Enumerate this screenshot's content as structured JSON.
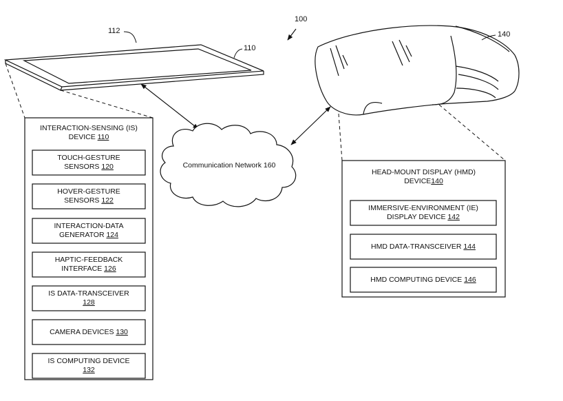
{
  "figure_ref": "100",
  "tablet": {
    "ref": "110",
    "screen_ref": "112"
  },
  "hmd_ref": "140",
  "network": {
    "label": "Communication Network",
    "ref": "160"
  },
  "is_device": {
    "title_line1": "INTERACTION-SENSING (IS)",
    "title_line2": "DEVICE",
    "ref": "110",
    "components": [
      {
        "line1": "TOUCH-GESTURE",
        "line2": "SENSORS",
        "ref": "120"
      },
      {
        "line1": "HOVER-GESTURE",
        "line2": "SENSORS",
        "ref": "122"
      },
      {
        "line1": "INTERACTION-DATA",
        "line2": "GENERATOR",
        "ref": "124"
      },
      {
        "line1": "HAPTIC-FEEDBACK",
        "line2": "INTERFACE",
        "ref": "126"
      },
      {
        "line1": "IS DATA-TRANSCEIVER",
        "line2": "",
        "ref": "128"
      },
      {
        "line1": "CAMERA DEVICES",
        "line2": "",
        "ref": "130"
      },
      {
        "line1": "IS COMPUTING DEVICE",
        "line2": "",
        "ref": "132"
      }
    ]
  },
  "hmd_device": {
    "title_line1": "HEAD-MOUNT DISPLAY (HMD)",
    "title_line2": "DEVICE",
    "ref": "140",
    "components": [
      {
        "line1": "IMMERSIVE-ENVIRONMENT (IE)",
        "line2": "DISPLAY DEVICE",
        "ref": "142"
      },
      {
        "line1": "HMD DATA-TRANSCEIVER",
        "line2": "",
        "ref": "144"
      },
      {
        "line1": "HMD COMPUTING DEVICE",
        "line2": "",
        "ref": "146"
      }
    ]
  }
}
